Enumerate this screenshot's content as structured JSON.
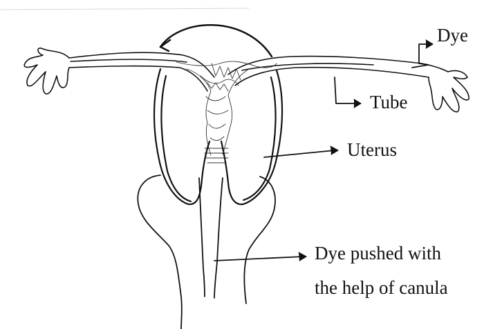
{
  "labels": {
    "dye": "Dye",
    "tube": "Tube",
    "uterus": "Uterus",
    "dye_pushed_line1": "Dye pushed with",
    "dye_pushed_line2": "the help of canula"
  },
  "colors": {
    "ink": "#111111",
    "background": "#ffffff"
  }
}
